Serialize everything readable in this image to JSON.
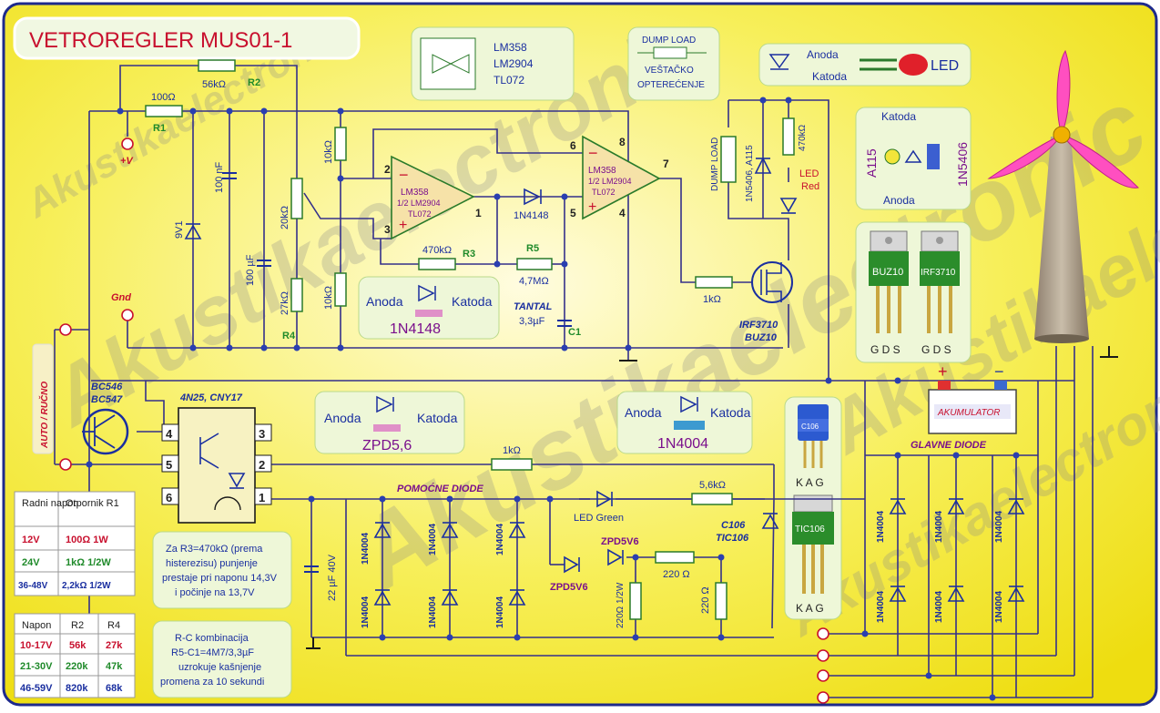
{
  "title": "VETROREGLER MUS01-1",
  "watermark": "Akustikaelectronic",
  "ic_info": [
    "LM358",
    "LM2904",
    "TL072"
  ],
  "dump_load_legend": {
    "title": "DUMP LOAD",
    "sub1": "VEŠTAČKO",
    "sub2": "OPTEREĆENJE"
  },
  "led_legend": {
    "anoda": "Anoda",
    "katoda": "Katoda",
    "led": "LED"
  },
  "diode_legend": {
    "katoda": "Katoda",
    "anoda": "Anoda",
    "a115": "A115",
    "n5406": "1N5406"
  },
  "transistor_pins": {
    "buz10": "BUZ10",
    "irf3710": "IRF3710",
    "pins": "G D S"
  },
  "scr_pins": {
    "top": "C106",
    "bottom": "TIC106",
    "pins": "K A G"
  },
  "labels": {
    "r1": "R1",
    "r1_val": "100Ω",
    "r2": "R2",
    "r2_val": "56kΩ",
    "plus_v": "+V",
    "gnd": "Gnd",
    "zener": "9V1",
    "c_100n": "100 nF",
    "c_100u": "100 µF",
    "pot": "20kΩ",
    "r4_val": "27kΩ",
    "r4": "R4",
    "r_10k_top": "10kΩ",
    "r_10k_bot": "10kΩ",
    "opamp1_name": "LM358",
    "opamp1_sub": "1/2 LM2904",
    "opamp1_sub2": "TL072",
    "opamp2_name": "LM358",
    "opamp2_sub": "1/2 LM2904",
    "opamp2_sub2": "TL072",
    "pin1": "1",
    "pin2": "2",
    "pin3": "3",
    "pin4": "4",
    "pin5": "5",
    "pin6": "6",
    "pin7": "7",
    "pin8": "8",
    "r3": "R3",
    "r3_val": "470kΩ",
    "r5": "R5",
    "r5_val": "4,7MΩ",
    "d_1n4148": "1N4148",
    "tantal": "TANTAL",
    "c1_val": "3,3µF",
    "c1": "C1",
    "r_1k_gate": "1kΩ",
    "mosfet": "IRF3710",
    "mosfet2": "BUZ10",
    "dump_load": "DUMP LOAD",
    "d_a115": "1N5406, A115",
    "r_470k": "470kΩ",
    "led_red": "LED",
    "led_red2": "Red",
    "auto_rucno": "AUTO / RUČNO",
    "bc546": "BC546",
    "bc547": "BC547",
    "opto": "4N25, CNY17",
    "opto_p4": "4",
    "opto_p5": "5",
    "opto_p6": "6",
    "opto_p3": "3",
    "opto_p2": "2",
    "opto_p1": "1",
    "r_1k_opto": "1kΩ",
    "pomocne": "POMOĆNE DIODE",
    "glavne": "GLAVNE DIODE",
    "led_green": "LED Green",
    "r_5k6": "5,6kΩ",
    "scr_label": "C106",
    "scr_label2": "TIC106",
    "zpd_a": "ZPD5V6",
    "zpd_b": "ZPD5V6",
    "r_220_a": "220 Ω",
    "r_220_b": "220 Ω",
    "r_220_1w": "220Ω 1/2W",
    "cap_22u": "22 µF 40V",
    "akumulator": "AKUMULATOR",
    "plus": "+",
    "minus": "−",
    "n4004": "1N4004"
  },
  "box_1n4148": {
    "anoda": "Anoda",
    "katoda": "Katoda",
    "name": "1N4148"
  },
  "box_zpd": {
    "anoda": "Anoda",
    "katoda": "Katoda",
    "name": "ZPD5,6"
  },
  "box_1n4004": {
    "anoda": "Anoda",
    "katoda": "Katoda",
    "name": "1N4004"
  },
  "note_r3": [
    "Za R3=470kΩ (prema",
    "histerezisu)  punjenje",
    "prestaje pri naponu 14,3V",
    "i počinje na 13,7V"
  ],
  "note_rc": [
    "R-C kombinacija",
    "R5-C1=4M7/3,3µF",
    "uzrokuje kašnjenje",
    "promena  za 10 sekundi"
  ],
  "table_r1": {
    "headers": [
      "Radni napon",
      "Otpornik R1"
    ],
    "rows": [
      [
        "12V",
        "100Ω 1W"
      ],
      [
        "24V",
        "1kΩ 1/2W"
      ],
      [
        "36-48V",
        "2,2kΩ 1/2W"
      ]
    ],
    "row_colors": [
      "#c8102e",
      "#1f8a2a",
      "#1a2fa0"
    ]
  },
  "table_r2r4": {
    "headers": [
      "Napon",
      "R2",
      "R4"
    ],
    "rows": [
      [
        "10-17V",
        "56k",
        "27k"
      ],
      [
        "21-30V",
        "220k",
        "47k"
      ],
      [
        "46-59V",
        "820k",
        "68k"
      ]
    ],
    "row_colors": [
      "#c8102e",
      "#1f8a2a",
      "#1a2fa0"
    ]
  },
  "colors": {
    "background": "#f6ec2a",
    "border": "#1e2a8c",
    "wire": "#34308a",
    "label_purple": "#7a0f8c",
    "label_blue": "#1a2fa0",
    "label_red": "#c8102e",
    "box": "#eef7d8"
  }
}
